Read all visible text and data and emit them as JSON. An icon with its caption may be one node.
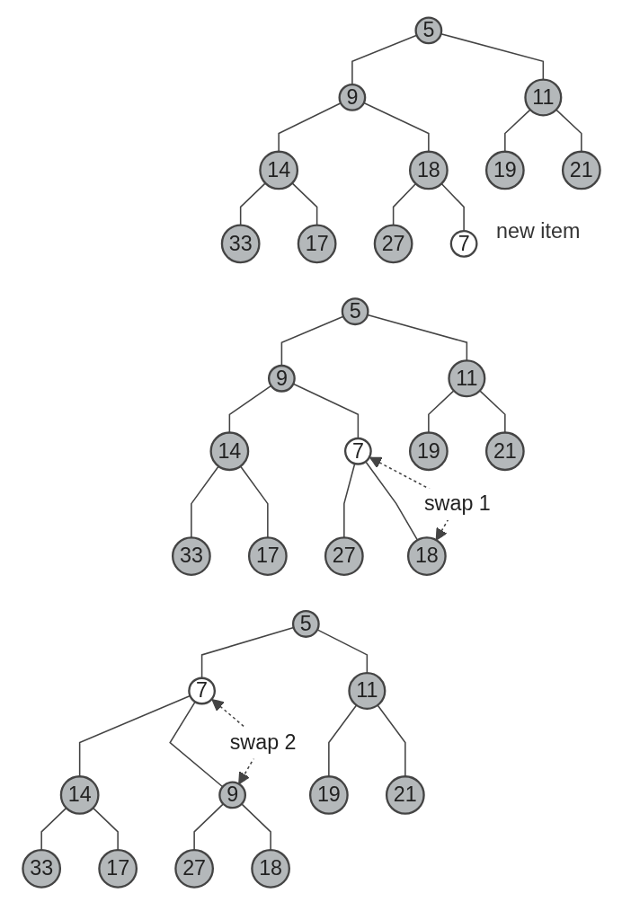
{
  "diagram": {
    "nodes": [
      {
        "text": [
          "5"
        ]
      },
      {
        "text": [
          "9"
        ]
      },
      {
        "text": [
          "11"
        ]
      },
      {
        "text": [
          "14"
        ]
      },
      {
        "text": [
          "18"
        ]
      },
      {
        "text": [
          "19"
        ]
      },
      {
        "text": [
          "21"
        ]
      },
      {
        "text": [
          "33"
        ]
      },
      {
        "text": [
          "17"
        ]
      },
      {
        "text": [
          "27"
        ]
      },
      {
        "text": [
          "7"
        ],
        "beside": [
          "new item"
        ]
      },
      {
        "text": [
          "5"
        ]
      },
      {
        "text": [
          "9"
        ]
      },
      {
        "text": [
          "11"
        ]
      },
      {
        "text": [
          "14"
        ]
      },
      {
        "text": [
          "7"
        ]
      },
      {
        "text": [
          "19"
        ]
      },
      {
        "text": [
          "21"
        ]
      },
      {
        "text": [
          "33"
        ]
      },
      {
        "text": [
          "17"
        ]
      },
      {
        "text": [
          "27"
        ]
      },
      {
        "text": [
          "18"
        ]
      },
      {
        "text": [
          "5"
        ]
      },
      {
        "text": [
          "7"
        ]
      },
      {
        "text": [
          "11"
        ]
      },
      {
        "text": [
          "14"
        ]
      },
      {
        "text": [
          "9"
        ]
      },
      {
        "text": [
          "19"
        ]
      },
      {
        "text": [
          "21"
        ]
      },
      {
        "text": [
          "33"
        ]
      },
      {
        "text": [
          "17"
        ]
      },
      {
        "text": [
          "27"
        ]
      },
      {
        "text": [
          "18"
        ]
      }
    ],
    "edges": [
      {
        "from": 0,
        "to": 1,
        "arrow": "none"
      },
      {
        "from": 0,
        "to": 2,
        "arrow": "none"
      },
      {
        "from": 1,
        "to": 3,
        "arrow": "none"
      },
      {
        "from": 1,
        "to": 4,
        "arrow": "none"
      },
      {
        "from": 2,
        "to": 5,
        "arrow": "none"
      },
      {
        "from": 2,
        "to": 6,
        "arrow": "none"
      },
      {
        "from": 3,
        "to": 7,
        "arrow": "none"
      },
      {
        "from": 3,
        "to": 8,
        "arrow": "none"
      },
      {
        "from": 4,
        "to": 9,
        "arrow": "none"
      },
      {
        "from": 4,
        "to": 10,
        "arrow": "none"
      },
      {
        "from": 11,
        "to": 12,
        "arrow": "none"
      },
      {
        "from": 11,
        "to": 13,
        "arrow": "none"
      },
      {
        "from": 12,
        "to": 14,
        "arrow": "none"
      },
      {
        "from": 12,
        "to": 15,
        "arrow": "none"
      },
      {
        "from": 13,
        "to": 16,
        "arrow": "none"
      },
      {
        "from": 13,
        "to": 17,
        "arrow": "none"
      },
      {
        "from": 14,
        "to": 18,
        "arrow": "none"
      },
      {
        "from": 14,
        "to": 19,
        "arrow": "none"
      },
      {
        "from": 15,
        "to": 20,
        "arrow": "none"
      },
      {
        "from": 15,
        "to": 21,
        "arrow": "none"
      },
      {
        "from": 15,
        "to": 21,
        "arrow": "both",
        "style": "dashed",
        "label": "swap 1"
      },
      {
        "from": 22,
        "to": 23,
        "arrow": "none"
      },
      {
        "from": 22,
        "to": 24,
        "arrow": "none"
      },
      {
        "from": 23,
        "to": 25,
        "arrow": "none"
      },
      {
        "from": 23,
        "to": 26,
        "arrow": "none"
      },
      {
        "from": 24,
        "to": 27,
        "arrow": "none"
      },
      {
        "from": 24,
        "to": 28,
        "arrow": "none"
      },
      {
        "from": 25,
        "to": 29,
        "arrow": "none"
      },
      {
        "from": 25,
        "to": 30,
        "arrow": "none"
      },
      {
        "from": 26,
        "to": 31,
        "arrow": "none"
      },
      {
        "from": 26,
        "to": 32,
        "arrow": "none"
      },
      {
        "from": 23,
        "to": 26,
        "arrow": "both",
        "style": "dashed",
        "label": "swap 2"
      }
    ]
  }
}
